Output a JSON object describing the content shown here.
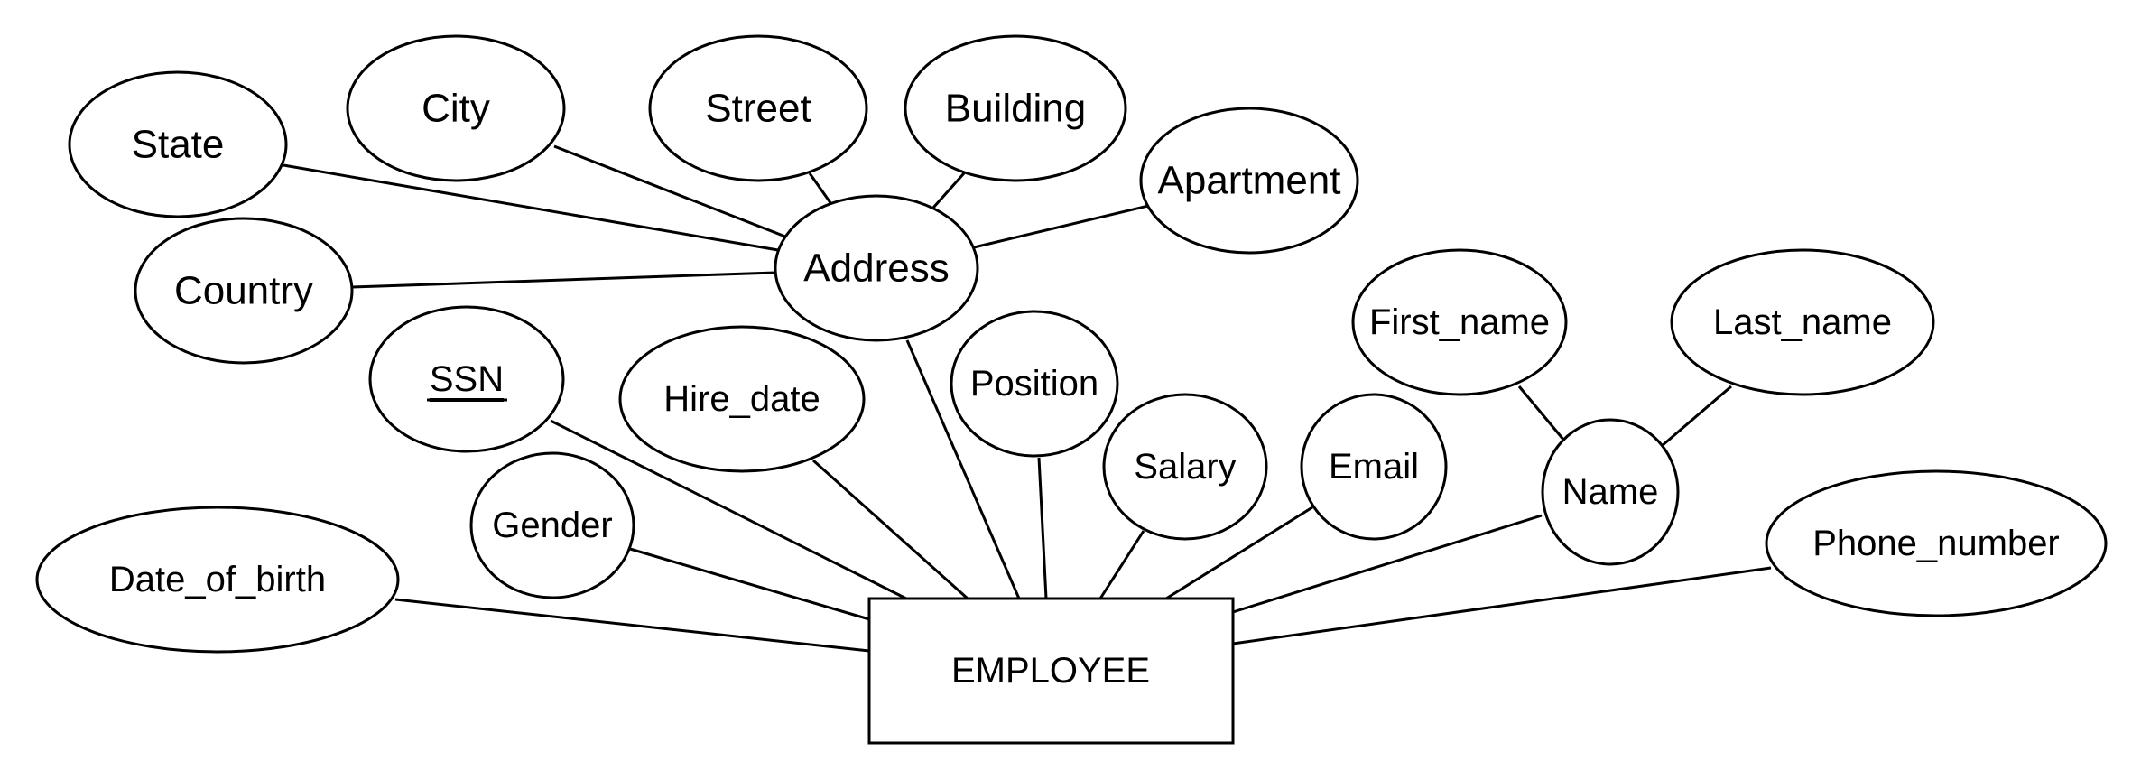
{
  "entity": {
    "label": "EMPLOYEE"
  },
  "attributes": {
    "state": "State",
    "city": "City",
    "street": "Street",
    "building": "Building",
    "apartment": "Apartment",
    "country": "Country",
    "address": "Address",
    "ssn": "SSN",
    "hire_date": "Hire_date",
    "position": "Position",
    "first_name": "First_name",
    "last_name": "Last_name",
    "salary": "Salary",
    "email": "Email",
    "name": "Name",
    "gender": "Gender",
    "phone_number": "Phone_number",
    "date_of_birth": "Date_of_birth"
  },
  "key_attribute": "SSN"
}
